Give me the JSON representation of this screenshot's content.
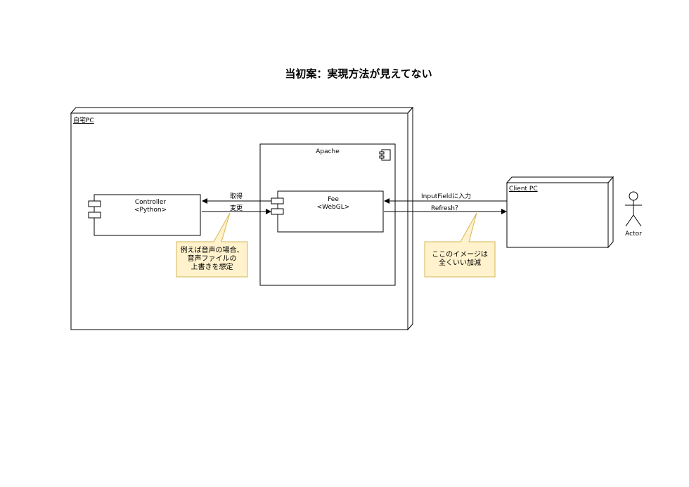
{
  "diagram": {
    "title": "当初案：実現方法が見えてない",
    "home_pc": {
      "label": "自宅PC"
    },
    "apache": {
      "label": "Apache"
    },
    "controller": {
      "name": "Controller",
      "stereotype": "<Python>"
    },
    "fee": {
      "name": "Fee",
      "stereotype": "<WebGL>"
    },
    "client_pc": {
      "label": "Client PC"
    },
    "actor": {
      "label": "Actor"
    },
    "edges": {
      "get": "取得",
      "change": "変更",
      "input": "InputFieldに入力",
      "refresh": "Refresh？"
    },
    "notes": {
      "audio": [
        "例えば音声の場合、",
        "音声ファイルの",
        "上書きを想定"
      ],
      "image": [
        "ここのイメージは",
        "全くいい加減"
      ]
    },
    "colors": {
      "stroke": "#000000",
      "note_fill": "#fff2cc",
      "note_stroke": "#d6b656"
    }
  }
}
